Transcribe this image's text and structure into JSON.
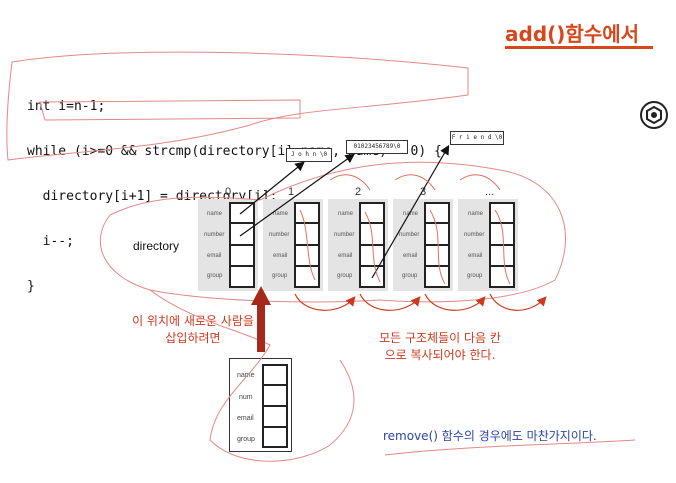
{
  "title": "add()함수에서",
  "code": {
    "lines": [
      "int i=n-1;",
      "while (i>=0 && strcmp(directory[i].name, name) > 0) {",
      "  directory[i+1] = directory[i];",
      "  i--;",
      "}"
    ]
  },
  "array": {
    "label": "directory",
    "indices": [
      "0",
      "1",
      "2",
      "3",
      "..."
    ],
    "fields": [
      "name",
      "number",
      "email",
      "group"
    ]
  },
  "strings": {
    "john": "J o h n \\0",
    "phone": "01023456789\\0",
    "friend": "F r i e n d \\0"
  },
  "new_record": {
    "fields": [
      "name",
      "num",
      "email",
      "group"
    ]
  },
  "notes": {
    "insert_line1": "이 위치에 새로운 사람을",
    "insert_line2": "삽입하려면",
    "copy_line1": "모든 구조체들이 다음 칸",
    "copy_line2": "으로 복사되어야 한다.",
    "remove": "remove() 함수의 경우에도 마찬가지이다."
  },
  "colors": {
    "title": "#d9461c",
    "annotation_red": "#cc3a1e",
    "arrow_dark_red": "#a52a1c",
    "note_blue": "#2b45a8",
    "panel_gray": "#e4e4e4"
  },
  "icons": [
    "settings-icon"
  ]
}
